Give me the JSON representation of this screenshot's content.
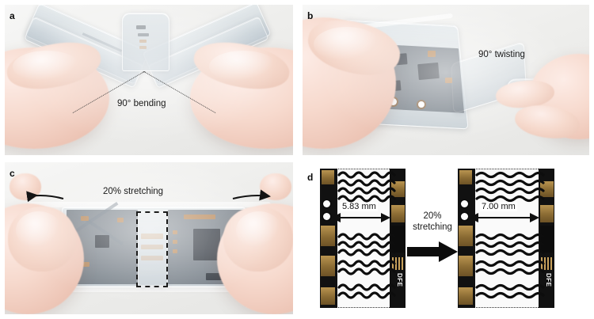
{
  "figure": {
    "type": "multi-panel-photo-figure",
    "panels": [
      {
        "id": "a",
        "label": "a",
        "kind": "photograph",
        "subject": "gloved hands bending transparent encapsulated flexible electronic device",
        "annotation": "90° bending",
        "guide": "dotted V-shaped angle lines marking the 90 degree bend apex"
      },
      {
        "id": "b",
        "label": "b",
        "kind": "photograph",
        "subject": "gloved hands twisting transparent encapsulated flexible device with visible circuit board",
        "annotation": "90° twisting"
      },
      {
        "id": "c",
        "label": "c",
        "kind": "photograph",
        "subject": "gloved hands stretching transparent flexible device horizontally",
        "annotation": "20% stretching",
        "arrows": [
          "left-outward",
          "right-outward"
        ],
        "roi": "dashed rectangle highlighting serpentine interconnect region"
      },
      {
        "id": "d",
        "label": "d",
        "kind": "micrograph-pair",
        "transition_label_line1": "20%",
        "transition_label_line2": "stretching",
        "specimens": [
          {
            "name": "unstretched",
            "measurement": "5.83 mm",
            "silkscreen": "DFE",
            "serpentine_groups": 4
          },
          {
            "name": "stretched",
            "measurement": "7.00 mm",
            "silkscreen": "DFE",
            "serpentine_groups": 4
          }
        ]
      }
    ]
  },
  "colors": {
    "background": "#ffffff",
    "panel_background": "#f2f2f0",
    "annotation_text": "#1a1a1a",
    "arrow": "#111111",
    "pcb_black": "#0c0c0c",
    "pcb_gold": "#b99450",
    "roi_dash": "#1c1c1c"
  }
}
